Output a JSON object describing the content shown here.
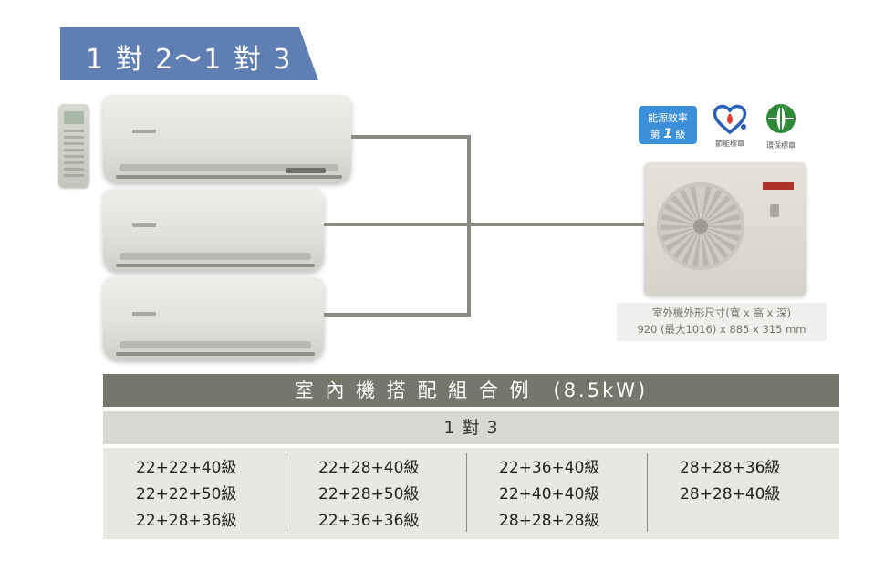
{
  "banner": {
    "title": "1 對 2～1 對 3",
    "color": "#5f7eb2"
  },
  "energy": {
    "line1": "能源效率",
    "line2_prefix": "第",
    "grade": "1",
    "line2_suffix": "級",
    "saving_label": "節能標章",
    "eco_label": "環保標章",
    "badge_color": "#3a8fd8"
  },
  "icons": {
    "saving": "heart-energy-saving-icon",
    "eco": "globe-leaf-eco-icon"
  },
  "outdoor_dims": {
    "line1": "室外機外形尺寸(寬 x 高 x 深)",
    "line2": "920 (最大1016) x 885 x 315 mm"
  },
  "table": {
    "header": "室 內 機 搭 配 組 合 例　(8.5kW)",
    "subheader": "1 對 3",
    "columns": [
      [
        "22+22+40級",
        "22+22+50級",
        "22+28+36級"
      ],
      [
        "22+28+40級",
        "22+28+50級",
        "22+36+36級"
      ],
      [
        "22+36+40級",
        "22+40+40級",
        "28+28+28級"
      ],
      [
        "28+28+36級",
        "28+28+40級"
      ]
    ]
  }
}
